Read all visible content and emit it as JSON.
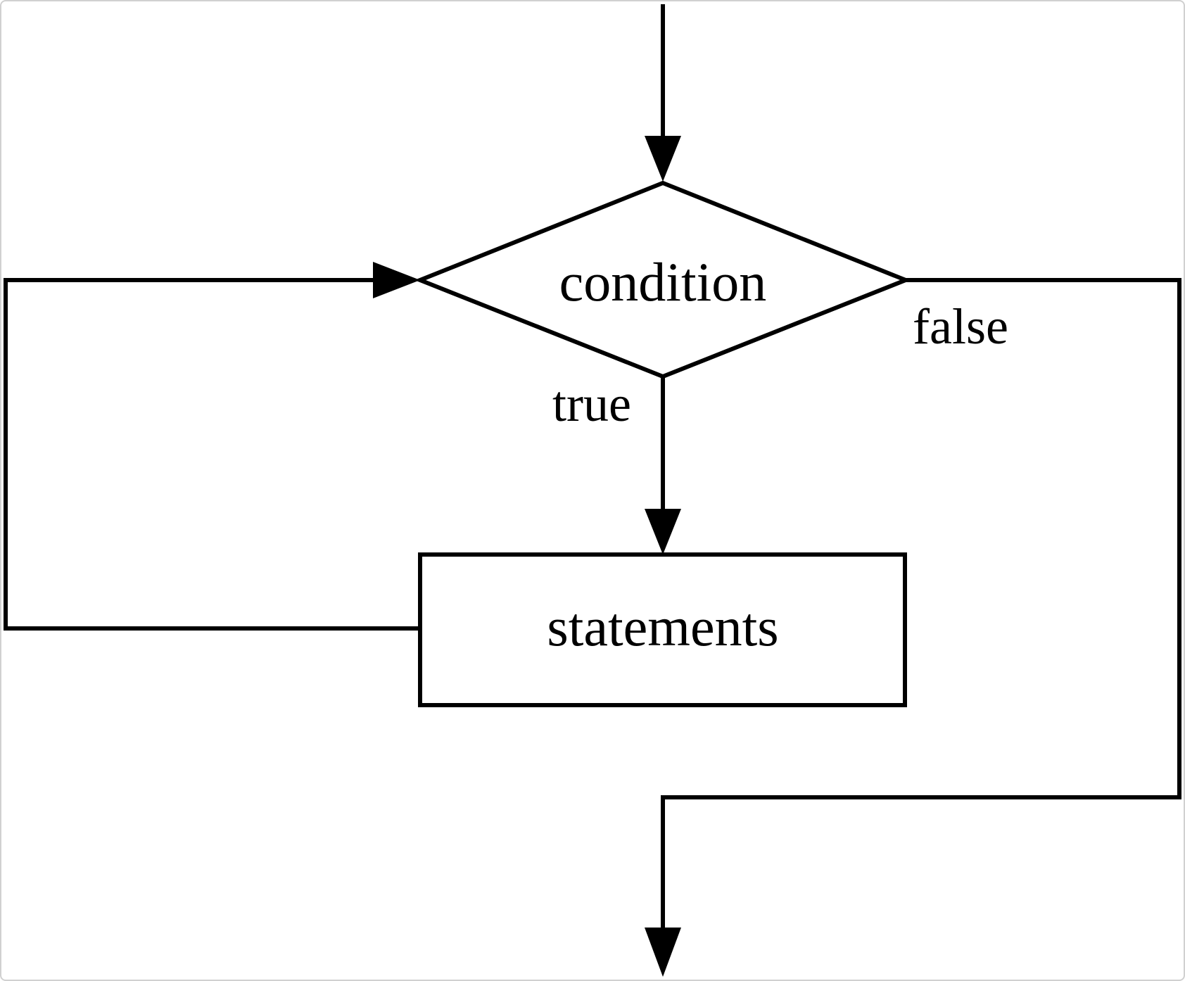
{
  "diagram": {
    "decision": {
      "label": "condition"
    },
    "process": {
      "label": "statements"
    },
    "edges": {
      "true_label": "true",
      "false_label": "false"
    },
    "colors": {
      "stroke": "#000000",
      "background": "#ffffff"
    }
  }
}
